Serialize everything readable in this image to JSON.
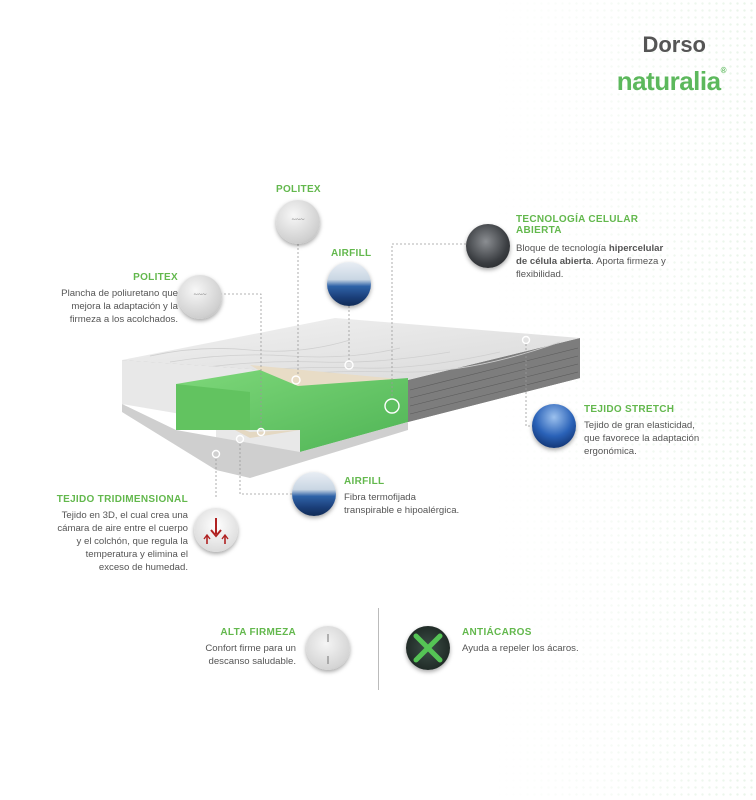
{
  "header": {
    "title": "Dorso",
    "logo": "naturalia"
  },
  "labels": {
    "politex_top": {
      "title": "POLITEX"
    },
    "airfill_top": {
      "title": "AIRFILL"
    },
    "politex_left": {
      "title": "POLITEX",
      "lines": [
        "Plancha de poliuretano que",
        "mejora la adaptación y la",
        "firmeza a los acolchados."
      ]
    },
    "celular": {
      "title_lines": [
        "TECNOLOGÍA CELULAR",
        "ABIERTA"
      ],
      "line1_pre": "Bloque de tecnología ",
      "line1_bold": "hipercelular",
      "line2_bold": "de célula abierta",
      "line2_post": ". Aporta firmeza y",
      "line3": "flexibilidad."
    },
    "stretch": {
      "title": "TEJIDO STRETCH",
      "lines": [
        "Tejido de gran elasticidad,",
        "que favorece la adaptación",
        "ergonómica."
      ]
    },
    "airfill_mid": {
      "title": "AIRFILL",
      "lines": [
        "Fibra termofijada",
        "transpirable e hipoalérgica."
      ]
    },
    "tridim": {
      "title": "TEJIDO TRIDIMENSIONAL",
      "lines": [
        "Tejido en 3D, el cual crea una",
        "cámara de aire entre el cuerpo",
        "y el colchón, que regula la",
        "temperatura y elimina el",
        "exceso de humedad."
      ]
    },
    "firmeza": {
      "title": "ALTA FIRMEZA",
      "lines": [
        "Confort firme para un",
        "descanso saludable."
      ]
    },
    "acaros": {
      "title": "ANTIÁCAROS",
      "lines": [
        "Ayuda a repeler los ácaros."
      ]
    }
  },
  "icons": {
    "politex_top": "politex-fabric-icon",
    "airfill_top": "airfill-fiber-icon",
    "politex_left": "politex-fabric-icon",
    "celular": "open-cell-foam-icon",
    "stretch": "stretch-fabric-icon",
    "airfill_mid": "airfill-fiber-icon",
    "tridim": "three-dimensional-fabric-icon",
    "firmeza": "high-firmness-icon",
    "acaros": "anti-mite-icon"
  },
  "colors": {
    "accent_green": "#63b84d",
    "foam_green": "#6fcf6f",
    "text_gray": "#555555"
  }
}
